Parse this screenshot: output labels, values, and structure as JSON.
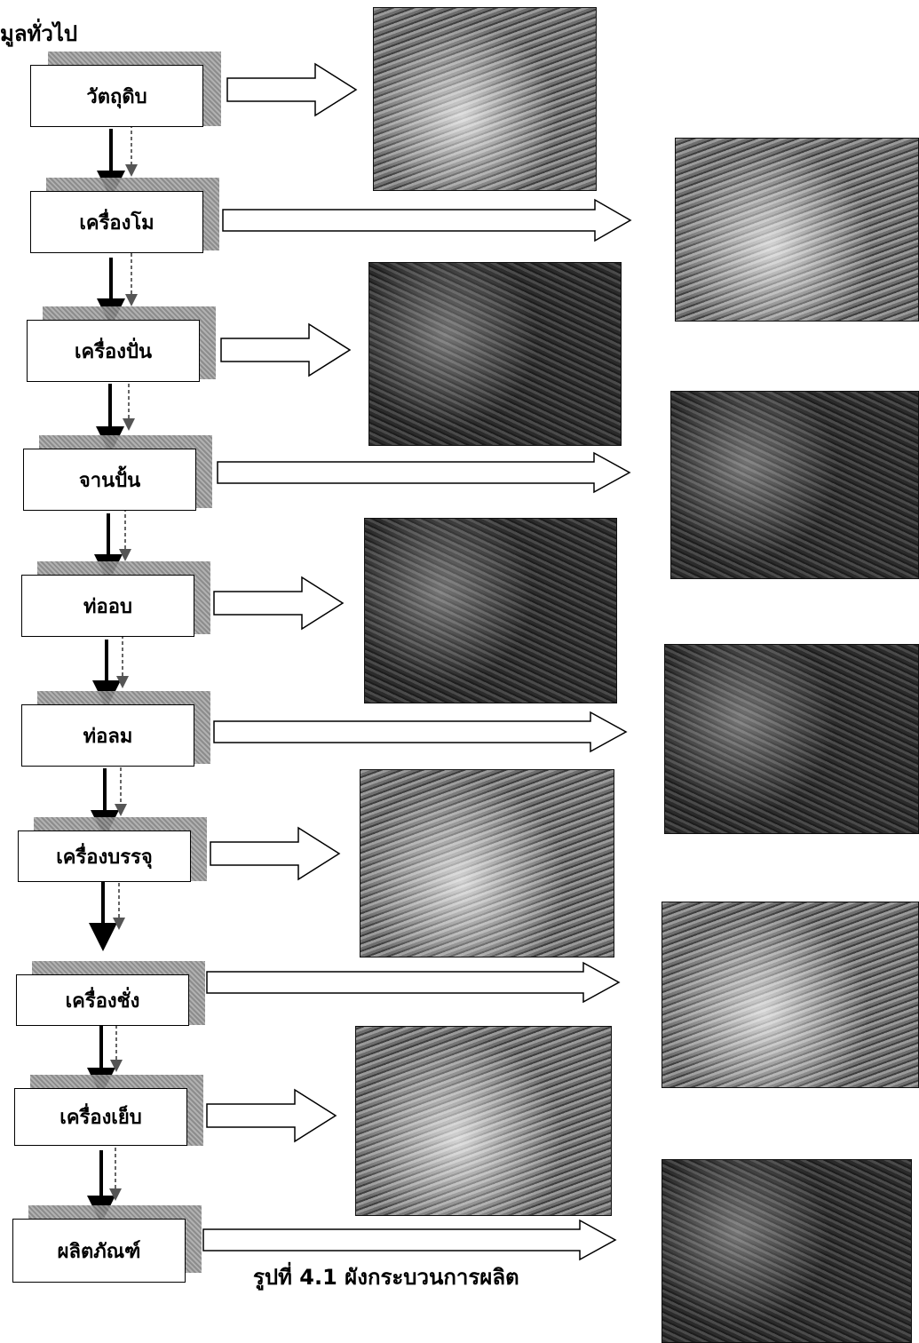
{
  "header": "มูลทั่วไป",
  "steps": [
    {
      "label": "วัตถุดิบ"
    },
    {
      "label": "เครื่องโม"
    },
    {
      "label": "เครื่องปั่น"
    },
    {
      "label": "จานปั้น"
    },
    {
      "label": "ท่ออบ"
    },
    {
      "label": "ท่อลม"
    },
    {
      "label": "เครื่องบรรจุ"
    },
    {
      "label": "เครื่องชั่ง"
    },
    {
      "label": "เครื่องเย็บ"
    },
    {
      "label": "ผลิตภัณฑ์"
    }
  ],
  "caption": "รูปที่ 4.1 ผังกระบวนการผลิต"
}
